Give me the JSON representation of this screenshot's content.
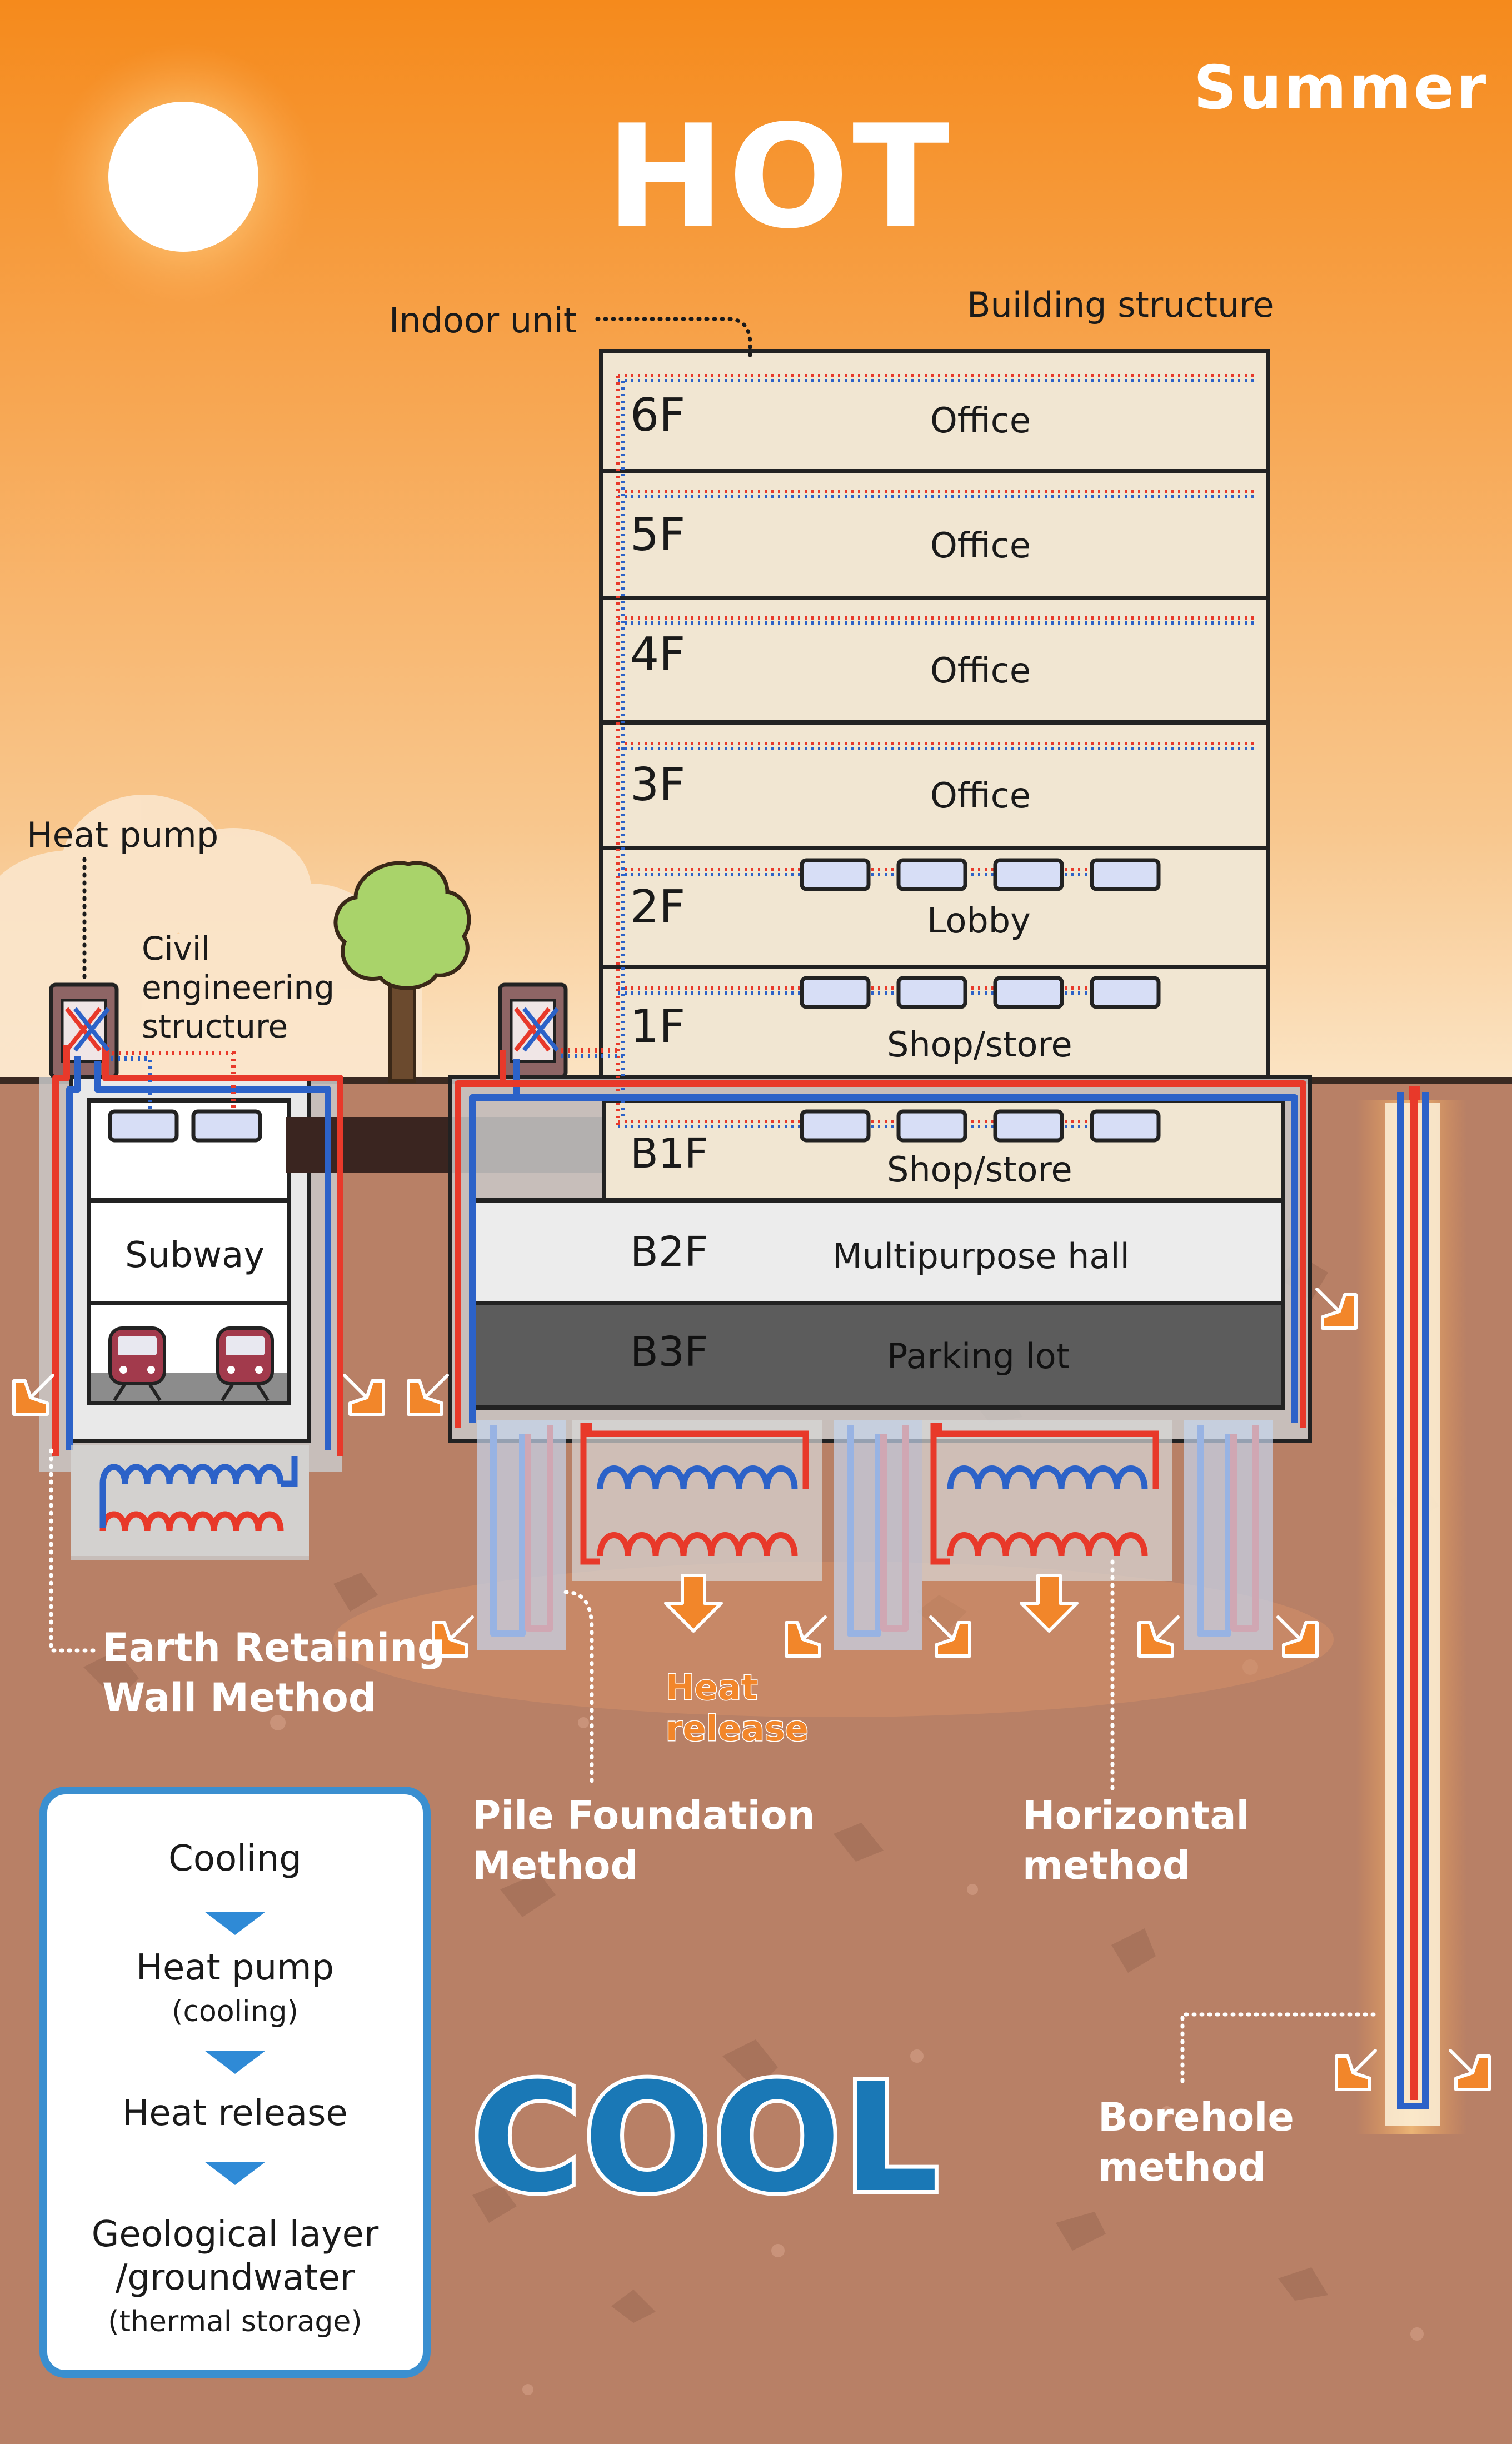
{
  "season": "Summer",
  "top_label": "HOT",
  "bottom_label": "COOL",
  "labels": {
    "indoor_unit": "Indoor unit",
    "building_structure": "Building structure",
    "heat_pump": "Heat pump",
    "civil_structure": [
      "Civil",
      "engineering",
      "structure"
    ],
    "subway": "Subway",
    "heat_release": [
      "Heat",
      "release"
    ],
    "earth_retaining": [
      "Earth Retaining",
      "Wall Method"
    ],
    "pile_foundation": [
      "Pile Foundation",
      "Method"
    ],
    "horizontal": [
      "Horizontal",
      "method"
    ],
    "borehole": [
      "Borehole",
      "method"
    ]
  },
  "floors": [
    {
      "id": "6F",
      "name": "Office"
    },
    {
      "id": "5F",
      "name": "Office"
    },
    {
      "id": "4F",
      "name": "Office"
    },
    {
      "id": "3F",
      "name": "Office"
    },
    {
      "id": "2F",
      "name": "Lobby"
    },
    {
      "id": "1F",
      "name": "Shop/store"
    },
    {
      "id": "B1F",
      "name": "Shop/store"
    },
    {
      "id": "B2F",
      "name": "Multipurpose hall"
    },
    {
      "id": "B3F",
      "name": "Parking lot"
    }
  ],
  "legend": {
    "step1": "Cooling",
    "step2": "Heat pump",
    "step2_sub": "(cooling)",
    "step3": "Heat release",
    "step4a": "Geological layer",
    "step4b": "/groundwater",
    "step4_sub": "(thermal storage)"
  },
  "colors": {
    "hot_pipe": "#e8392a",
    "cold_pipe": "#2c62c8",
    "arrow": "#f2862a",
    "cool_text": "#1a78b6",
    "legend_border": "#3a8fd0"
  }
}
